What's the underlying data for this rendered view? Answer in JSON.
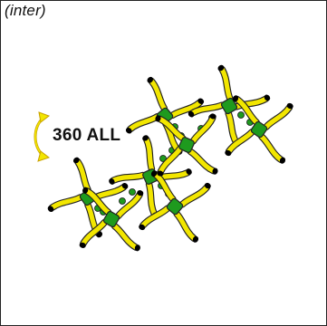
{
  "caption": "(inter)",
  "maneuver_label": "360 ALL",
  "rotation_icon": "rotate-arrows-icon",
  "colors": {
    "body": "#1e9a1e",
    "limb": "#f2e600",
    "limb_outline": "#222222",
    "hand": "#000000",
    "grip_dots": "#1e9a1e",
    "frame": "#222222"
  },
  "formation": {
    "jumper_count": 8,
    "grip_links": 7
  }
}
